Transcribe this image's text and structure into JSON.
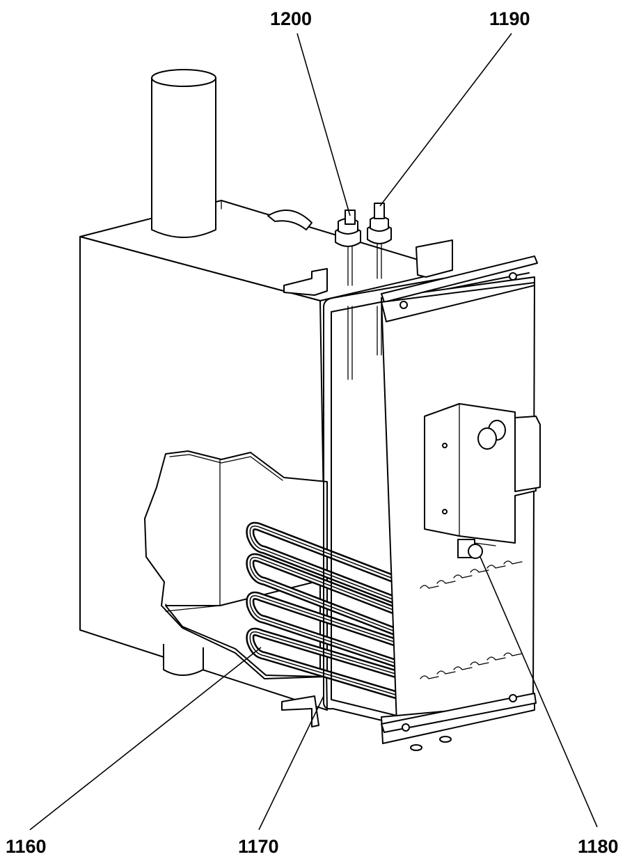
{
  "figure": {
    "labels": {
      "sensor_left": "1200",
      "sensor_right": "1190",
      "heating_coils": "1160",
      "frame": "1170",
      "switch": "1180"
    },
    "colors": {
      "line": "#000000",
      "background": "#ffffff"
    }
  }
}
